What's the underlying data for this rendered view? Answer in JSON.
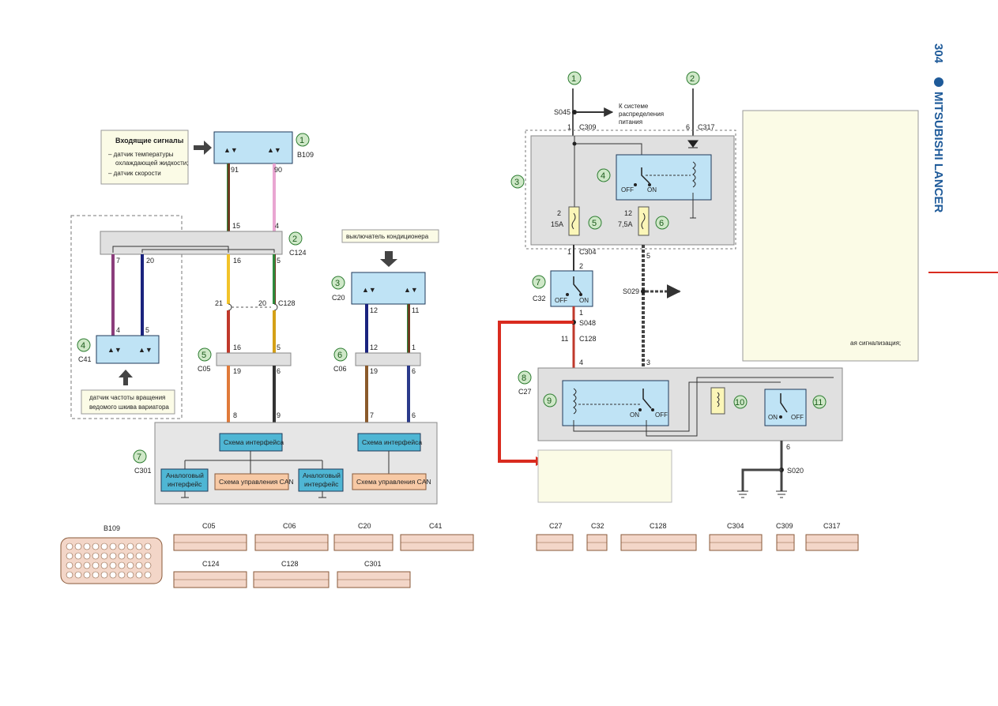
{
  "side_header": {
    "page_number": "304",
    "book_title": "MITSUBISHI LANCER"
  },
  "left": {
    "inputs_title": "Входящие сигналы",
    "inputs_items": [
      "– датчик температуры",
      "охлаждающей жидкости;",
      "– датчик скорости"
    ],
    "ac_switch": "выключатель кондиционера",
    "pulley_sensor": [
      "датчик частоты вращения",
      "ведомого шкива вариатора"
    ],
    "interface_scheme": "Схема интерфейса",
    "analog_interface": [
      "Аналоговый",
      "интерфейс"
    ],
    "can_control": "Схема управления CAN",
    "components": [
      {
        "num": "1",
        "code": "B109"
      },
      {
        "num": "2",
        "code": "C124"
      },
      {
        "num": "3",
        "code": "C20"
      },
      {
        "num": "4",
        "code": "C41"
      },
      {
        "num": "5",
        "code": "C05"
      },
      {
        "num": "6",
        "code": "C06"
      },
      {
        "num": "7",
        "code": "C301"
      }
    ],
    "connector_codes": [
      "C128"
    ],
    "pins": {
      "b109_a": "91",
      "b109_b": "90",
      "c124_a": "15",
      "c124_b": "4",
      "c124_c": "7",
      "c124_d": "20",
      "c124_e": "16",
      "c124_f": "5",
      "c128_a": "21",
      "c128_b": "20",
      "c05_a": "16",
      "c05_b": "5",
      "c05_c": "19",
      "c05_d": "6",
      "c301_a": "8",
      "c301_b": "9",
      "c301_c": "7",
      "c301_d": "6",
      "c41_a": "4",
      "c41_b": "5",
      "c20_a": "12",
      "c20_b": "11",
      "c06_a": "12",
      "c06_b": "1",
      "c06_c": "19",
      "c06_d": "6"
    }
  },
  "right": {
    "splice_s045": "S045",
    "to_power_dist": [
      "К системе",
      "распределения",
      "питания"
    ],
    "fuse5": [
      "2",
      "15A"
    ],
    "fuse6": [
      "12",
      "7,5A"
    ],
    "components": [
      {
        "num": "1"
      },
      {
        "num": "2"
      },
      {
        "num": "3"
      },
      {
        "num": "4"
      },
      {
        "num": "5"
      },
      {
        "num": "6"
      },
      {
        "num": "7",
        "code": "C32"
      },
      {
        "num": "8",
        "code": "C27"
      },
      {
        "num": "9"
      },
      {
        "num": "10"
      },
      {
        "num": "11"
      }
    ],
    "codes": {
      "c309": "C309",
      "c317": "C317",
      "c304": "C304",
      "c32": "C32",
      "s029": "S029",
      "s048": "S048",
      "c128": "C128",
      "c27": "C27",
      "s020": "S020"
    },
    "pins": {
      "c309": "1",
      "c317": "6",
      "c304": "1",
      "c32_top": "2",
      "c32_bot": "1",
      "f6_out": "5",
      "c128": "11",
      "c27_a": "4",
      "c27_b": "3",
      "s020_pin": "6"
    },
    "off": "OFF",
    "on": "ON",
    "partial_note": "ая сигнализация;"
  },
  "connector_legend": {
    "left_top": [
      "B109",
      "C05",
      "C06",
      "C20",
      "C41"
    ],
    "left_bottom": [
      "C124",
      "C128",
      "C301"
    ],
    "right": [
      "C27",
      "C32",
      "C128",
      "C304",
      "C309",
      "C317"
    ]
  },
  "colors": {
    "box_fill": "#bfe3f5",
    "box_stroke": "#1f3a5a",
    "panel_fill": "#e0e0e0",
    "interface_fill": "#4fb6d4",
    "can_fill": "#f7c9a5",
    "wire_red": "#d92b1f",
    "accent_blue": "#1e5a99",
    "note_fill": "#fbfbe6"
  }
}
